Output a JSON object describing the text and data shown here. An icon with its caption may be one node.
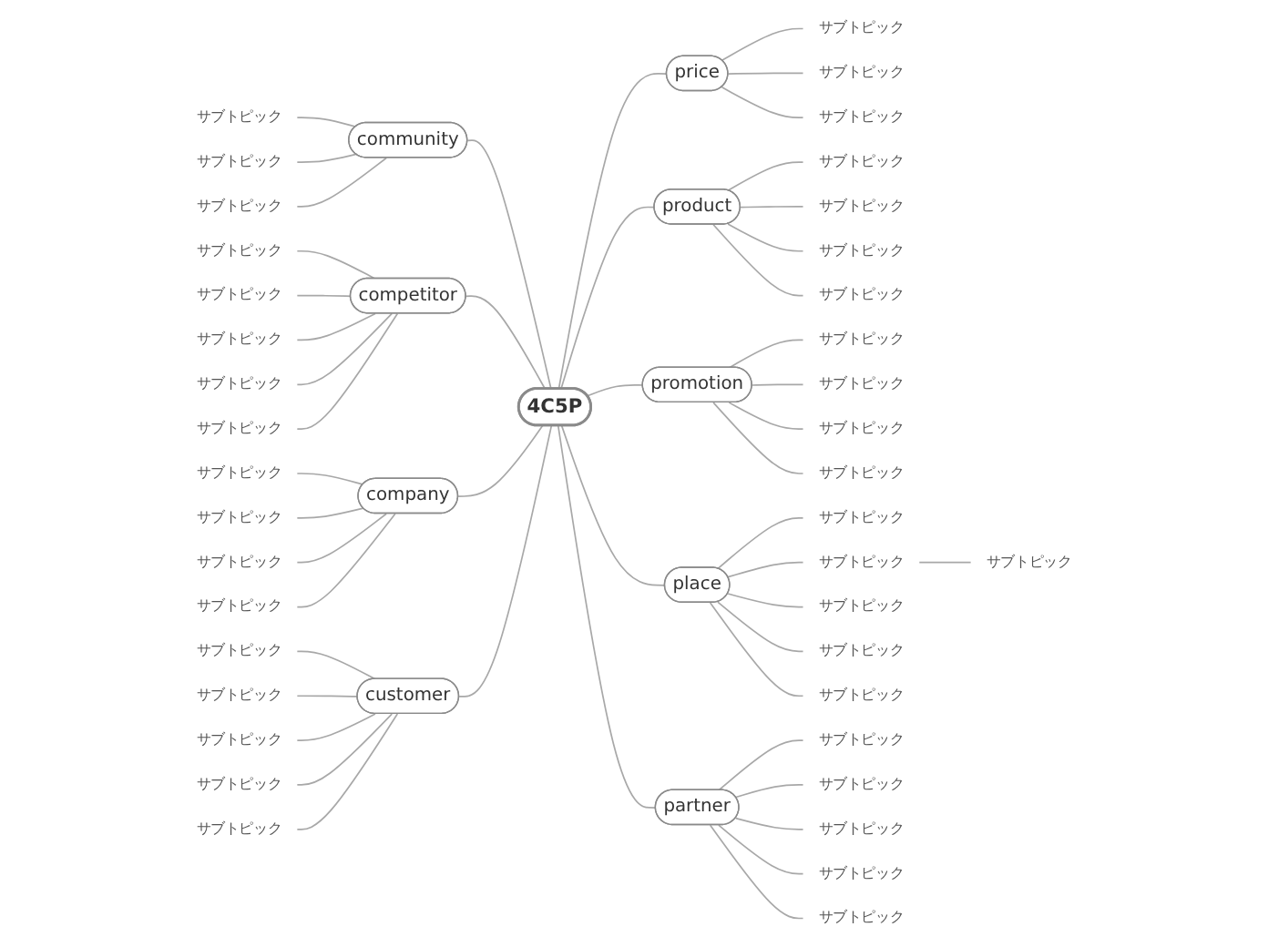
{
  "diagram": {
    "nodes": [
      {
        "text": [
          "4C5P"
        ]
      },
      {
        "text": [
          "price"
        ]
      },
      {
        "text": [
          "サブトピック"
        ]
      },
      {
        "text": [
          "サブトピック"
        ]
      },
      {
        "text": [
          "サブトピック"
        ]
      },
      {
        "text": [
          "product"
        ]
      },
      {
        "text": [
          "サブトピック"
        ]
      },
      {
        "text": [
          "サブトピック"
        ]
      },
      {
        "text": [
          "サブトピック"
        ]
      },
      {
        "text": [
          "サブトピック"
        ]
      },
      {
        "text": [
          "promotion"
        ]
      },
      {
        "text": [
          "サブトピック"
        ]
      },
      {
        "text": [
          "サブトピック"
        ]
      },
      {
        "text": [
          "サブトピック"
        ]
      },
      {
        "text": [
          "サブトピック"
        ]
      },
      {
        "text": [
          "place"
        ]
      },
      {
        "text": [
          "サブトピック"
        ]
      },
      {
        "text": [
          "サブトピック"
        ]
      },
      {
        "text": [
          "サブトピック"
        ]
      },
      {
        "text": [
          "サブトピック"
        ]
      },
      {
        "text": [
          "サブトピック"
        ]
      },
      {
        "text": [
          "サブトピック"
        ]
      },
      {
        "text": [
          "partner"
        ]
      },
      {
        "text": [
          "サブトピック"
        ]
      },
      {
        "text": [
          "サブトピック"
        ]
      },
      {
        "text": [
          "サブトピック"
        ]
      },
      {
        "text": [
          "サブトピック"
        ]
      },
      {
        "text": [
          "サブトピック"
        ]
      },
      {
        "text": [
          "community"
        ]
      },
      {
        "text": [
          "サブトピック"
        ]
      },
      {
        "text": [
          "サブトピック"
        ]
      },
      {
        "text": [
          "サブトピック"
        ]
      },
      {
        "text": [
          "competitor"
        ]
      },
      {
        "text": [
          "サブトピック"
        ]
      },
      {
        "text": [
          "サブトピック"
        ]
      },
      {
        "text": [
          "サブトピック"
        ]
      },
      {
        "text": [
          "サブトピック"
        ]
      },
      {
        "text": [
          "サブトピック"
        ]
      },
      {
        "text": [
          "company"
        ]
      },
      {
        "text": [
          "サブトピック"
        ]
      },
      {
        "text": [
          "サブトピック"
        ]
      },
      {
        "text": [
          "サブトピック"
        ]
      },
      {
        "text": [
          "サブトピック"
        ]
      },
      {
        "text": [
          "customer"
        ]
      },
      {
        "text": [
          "サブトピック"
        ]
      },
      {
        "text": [
          "サブトピック"
        ]
      },
      {
        "text": [
          "サブトピック"
        ]
      },
      {
        "text": [
          "サブトピック"
        ]
      },
      {
        "text": [
          "サブトピック"
        ]
      }
    ],
    "edges": [
      {
        "from": 0,
        "to": 1,
        "arrow": "none"
      },
      {
        "from": 1,
        "to": 2,
        "arrow": "none"
      },
      {
        "from": 1,
        "to": 3,
        "arrow": "none"
      },
      {
        "from": 1,
        "to": 4,
        "arrow": "none"
      },
      {
        "from": 0,
        "to": 5,
        "arrow": "none"
      },
      {
        "from": 5,
        "to": 6,
        "arrow": "none"
      },
      {
        "from": 5,
        "to": 7,
        "arrow": "none"
      },
      {
        "from": 5,
        "to": 8,
        "arrow": "none"
      },
      {
        "from": 5,
        "to": 9,
        "arrow": "none"
      },
      {
        "from": 0,
        "to": 10,
        "arrow": "none"
      },
      {
        "from": 10,
        "to": 11,
        "arrow": "none"
      },
      {
        "from": 10,
        "to": 12,
        "arrow": "none"
      },
      {
        "from": 10,
        "to": 13,
        "arrow": "none"
      },
      {
        "from": 10,
        "to": 14,
        "arrow": "none"
      },
      {
        "from": 0,
        "to": 15,
        "arrow": "none"
      },
      {
        "from": 15,
        "to": 16,
        "arrow": "none"
      },
      {
        "from": 15,
        "to": 17,
        "arrow": "none"
      },
      {
        "from": 17,
        "to": 18,
        "arrow": "none"
      },
      {
        "from": 15,
        "to": 19,
        "arrow": "none"
      },
      {
        "from": 15,
        "to": 20,
        "arrow": "none"
      },
      {
        "from": 15,
        "to": 21,
        "arrow": "none"
      },
      {
        "from": 0,
        "to": 22,
        "arrow": "none"
      },
      {
        "from": 22,
        "to": 23,
        "arrow": "none"
      },
      {
        "from": 22,
        "to": 24,
        "arrow": "none"
      },
      {
        "from": 22,
        "to": 25,
        "arrow": "none"
      },
      {
        "from": 22,
        "to": 26,
        "arrow": "none"
      },
      {
        "from": 22,
        "to": 27,
        "arrow": "none"
      },
      {
        "from": 0,
        "to": 28,
        "arrow": "none"
      },
      {
        "from": 28,
        "to": 29,
        "arrow": "none"
      },
      {
        "from": 28,
        "to": 30,
        "arrow": "none"
      },
      {
        "from": 28,
        "to": 31,
        "arrow": "none"
      },
      {
        "from": 0,
        "to": 32,
        "arrow": "none"
      },
      {
        "from": 32,
        "to": 33,
        "arrow": "none"
      },
      {
        "from": 32,
        "to": 34,
        "arrow": "none"
      },
      {
        "from": 32,
        "to": 35,
        "arrow": "none"
      },
      {
        "from": 32,
        "to": 36,
        "arrow": "none"
      },
      {
        "from": 32,
        "to": 37,
        "arrow": "none"
      },
      {
        "from": 0,
        "to": 38,
        "arrow": "none"
      },
      {
        "from": 38,
        "to": 39,
        "arrow": "none"
      },
      {
        "from": 38,
        "to": 40,
        "arrow": "none"
      },
      {
        "from": 38,
        "to": 41,
        "arrow": "none"
      },
      {
        "from": 38,
        "to": 42,
        "arrow": "none"
      },
      {
        "from": 0,
        "to": 43,
        "arrow": "none"
      },
      {
        "from": 43,
        "to": 44,
        "arrow": "none"
      },
      {
        "from": 43,
        "to": 45,
        "arrow": "none"
      },
      {
        "from": 43,
        "to": 46,
        "arrow": "none"
      },
      {
        "from": 43,
        "to": 47,
        "arrow": "none"
      },
      {
        "from": 43,
        "to": 48,
        "arrow": "none"
      }
    ]
  }
}
